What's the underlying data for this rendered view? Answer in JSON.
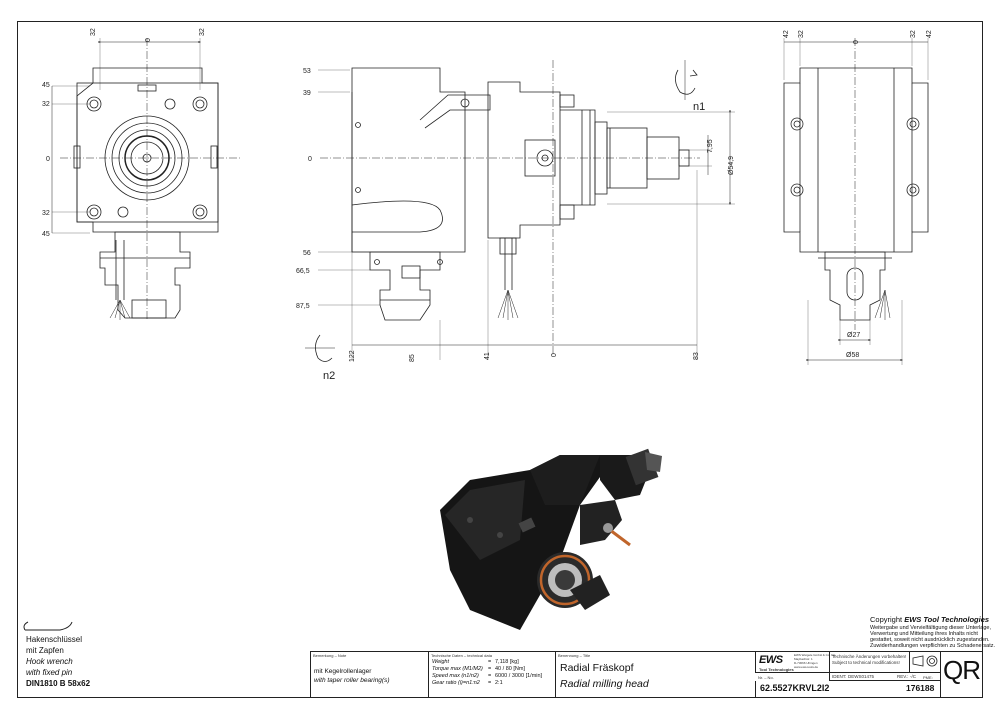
{
  "dims": {
    "front": {
      "top_left": "32",
      "top_center": "0",
      "top_right": "32",
      "left": [
        "45",
        "32",
        "0",
        "32",
        "45"
      ]
    },
    "side": {
      "left": [
        "53",
        "39",
        "0",
        "56",
        "66,5",
        "87,5"
      ],
      "bottom": [
        "122",
        "85",
        "41",
        "0",
        "83"
      ],
      "right_small": "7,95",
      "right_dia": "Ø54,9"
    },
    "rear": {
      "top": [
        "42",
        "32",
        "0",
        "32",
        "42"
      ],
      "bottom_small": "Ø27",
      "bottom_big": "Ø58"
    },
    "rot1": "n1",
    "rot2": "n2"
  },
  "wrench": {
    "de1": "Hakenschlüssel",
    "de2": "mit Zapfen",
    "en1": "Hook wrench",
    "en2": "with fixed pin",
    "norm": "DIN1810  B  58x62"
  },
  "copyright": {
    "title_prefix": "Copyright ",
    "title_brand": "EWS Tool Technologies",
    "lines": [
      "Weitergabe und Vervielfältigung dieser Unterlage,",
      "Verwertung und Mitteilung ihres Inhalts nicht",
      "gestattet, soweit nicht ausdrücklich zugestanden.",
      "Zuwiderhandlungen verpflichten zu Schadenersatz."
    ]
  },
  "title_block": {
    "remark_header": "Bemerkung – Note",
    "remark_de": "mit Kegelrollenlager",
    "remark_en": "with taper roller bearing(s)",
    "tech_header": "Technische Daten – technical data",
    "tech_rows": [
      {
        "label": "Weight",
        "eq": "=",
        "value": "7,118 [kg]"
      },
      {
        "label": "Torque max (M1/M2)",
        "eq": "=",
        "value": "40 / 80 [Nm]"
      },
      {
        "label": "Speed max  (n1/n2)",
        "eq": "=",
        "value": "6000 / 3000 [1/min]"
      },
      {
        "label": "Gear ratio  (i)=n1:n2",
        "eq": "=",
        "value": "2:1"
      }
    ],
    "name_header": "Benennung – Title",
    "name_de": "Radial  Fräskopf",
    "name_en": "Radial milling head",
    "logo": "EWS",
    "logo_sub": "Tool Technologies",
    "company_lines": [
      "EWS Weigele GmbH & Co. KG",
      "Maybachstr. 1",
      "D-73066 Uhingen",
      "www.ews-tools.de"
    ],
    "change_line1": "Technische Änderungen vorbehalten!",
    "change_line2": "Subject to technical modifications!",
    "ident_label": "IDENT:",
    "ident_value": "DEWS01475",
    "rev_label": "REV.:",
    "rev_value": "-/C",
    "no_label": "Nr. – No.",
    "part_no": "62.5527KRVL2I2",
    "code": "176188",
    "ref_label": "PME:",
    "qr": "QR"
  },
  "colors": {
    "line": "#222222",
    "part": "#151515",
    "accent": "#c0652b"
  }
}
